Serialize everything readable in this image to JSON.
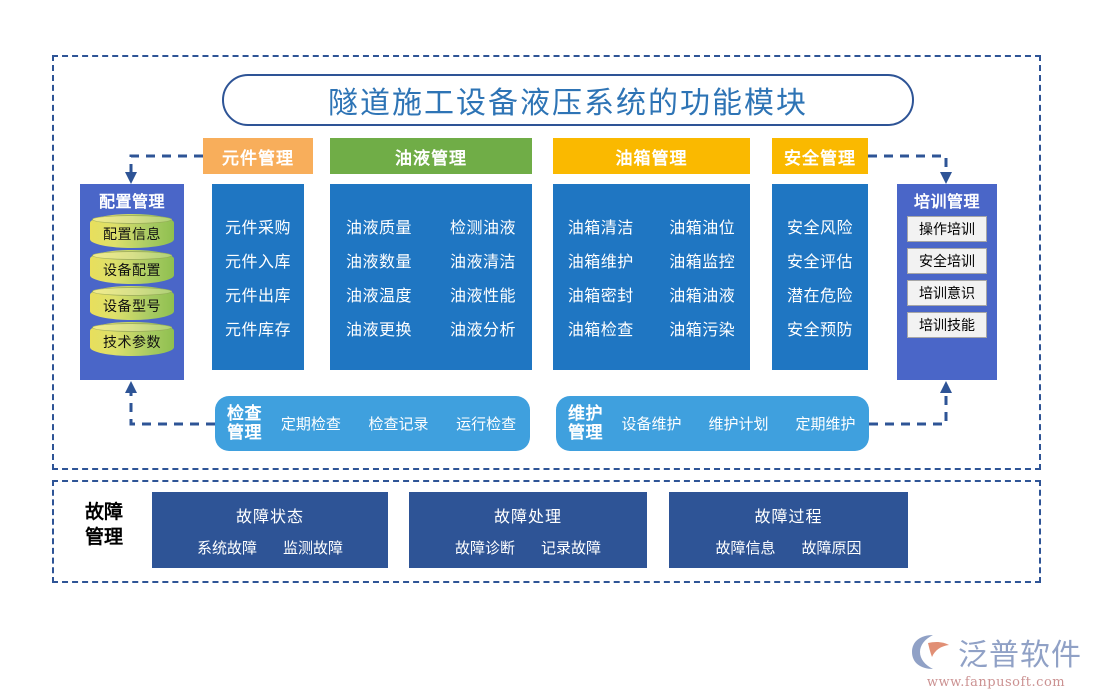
{
  "title": "隧道施工设备液压系统的功能模块",
  "colors": {
    "frame_border": "#2E5496",
    "title_text": "#2E74B5",
    "panel_blue": "#1F76C2",
    "config_blue": "#4A66C8",
    "roundbar_blue": "#3FA0DE",
    "fault_navy": "#2E5496",
    "header_orange": "#F8AE5B",
    "header_green": "#70AD47",
    "header_amber": "#FAB900",
    "cylinder_gradient_start": "#E8DF5C",
    "cylinder_gradient_end": "#8FC04F"
  },
  "config": {
    "title": "配置管理",
    "items": [
      "配置信息",
      "设备配置",
      "设备型号",
      "技术参数"
    ]
  },
  "categories": [
    {
      "key": "parts",
      "header": "元件管理",
      "header_color": "#F8AE5B",
      "columns": 1,
      "items": [
        "元件采购",
        "元件入库",
        "元件出库",
        "元件库存"
      ]
    },
    {
      "key": "oil",
      "header": "油液管理",
      "header_color": "#70AD47",
      "columns": 2,
      "items": [
        "油液质量",
        "检测油液",
        "油液数量",
        "油液清洁",
        "油液温度",
        "油液性能",
        "油液更换",
        "油液分析"
      ]
    },
    {
      "key": "tank",
      "header": "油箱管理",
      "header_color": "#FAB900",
      "columns": 2,
      "items": [
        "油箱清洁",
        "油箱油位",
        "油箱维护",
        "油箱监控",
        "油箱密封",
        "油箱油液",
        "油箱检查",
        "油箱污染"
      ]
    },
    {
      "key": "safety",
      "header": "安全管理",
      "header_color": "#FAB900",
      "columns": 1,
      "items": [
        "安全风险",
        "安全评估",
        "潜在危险",
        "安全预防"
      ]
    }
  ],
  "training": {
    "title": "培训管理",
    "items": [
      "操作培训",
      "安全培训",
      "培训意识",
      "培训技能"
    ]
  },
  "bars": [
    {
      "key": "inspect",
      "title_line1": "检查",
      "title_line2": "管理",
      "items": [
        "定期检查",
        "检查记录",
        "运行检查"
      ]
    },
    {
      "key": "maintain",
      "title_line1": "维护",
      "title_line2": "管理",
      "items": [
        "设备维护",
        "维护计划",
        "定期维护"
      ]
    }
  ],
  "fault": {
    "label_line1": "故障",
    "label_line2": "管理",
    "groups": [
      {
        "title": "故障状态",
        "items": [
          "系统故障",
          "监测故障"
        ]
      },
      {
        "title": "故障处理",
        "items": [
          "故障诊断",
          "记录故障"
        ]
      },
      {
        "title": "故障过程",
        "items": [
          "故障信息",
          "故障原因"
        ]
      }
    ]
  },
  "watermark": {
    "brand": "泛普软件",
    "url": "www.fanpusoft.com"
  }
}
